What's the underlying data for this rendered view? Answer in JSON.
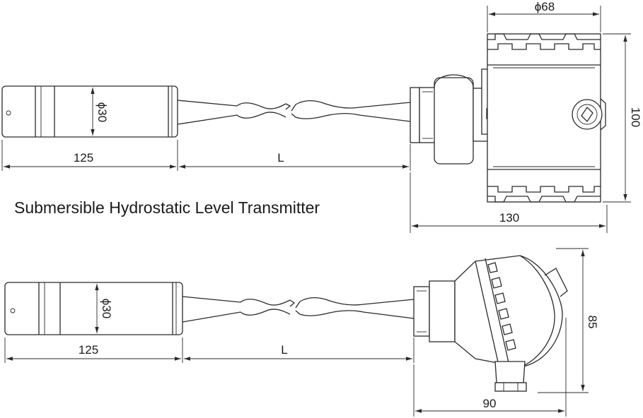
{
  "title": "Submersible Hydrostatic Level Transmitter",
  "top_view": {
    "probe_length": "125",
    "probe_diameter": "ϕ30",
    "cable_length": "L",
    "housing_diameter": "ϕ68",
    "housing_height": "100",
    "housing_length": "130"
  },
  "bottom_view": {
    "probe_length": "125",
    "probe_diameter": "ϕ30",
    "cable_length": "L",
    "head_height": "85",
    "head_length": "90"
  }
}
